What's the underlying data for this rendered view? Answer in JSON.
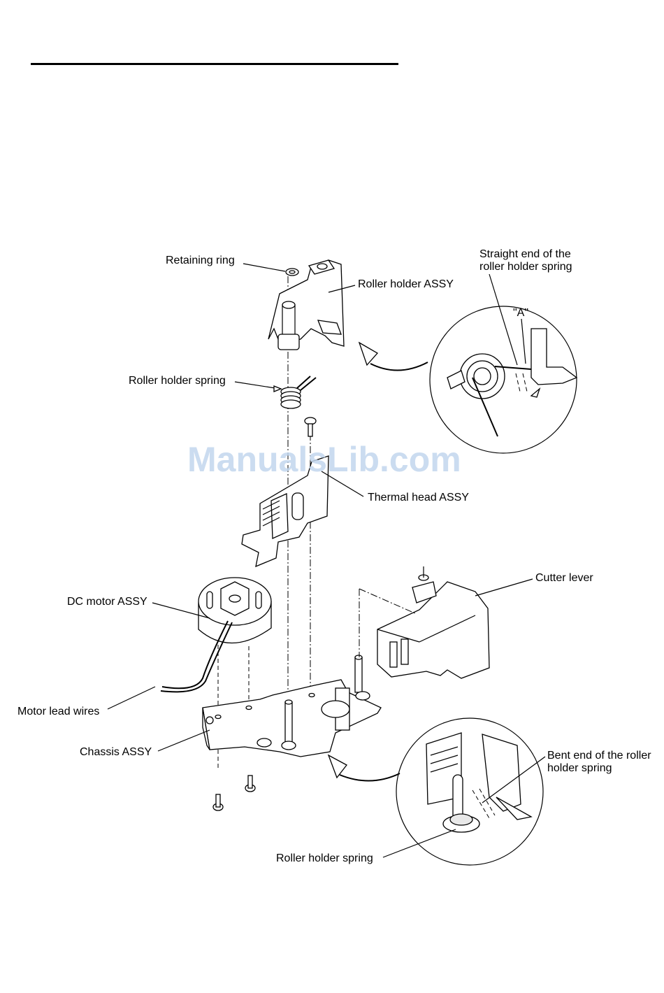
{
  "header": {
    "rule": ""
  },
  "watermark": "ManualsLib.com",
  "labels": {
    "retaining_ring": "Retaining ring",
    "roller_holder_assy": "Roller holder ASSY",
    "roller_holder_spring": "Roller holder spring",
    "thermal_head_assy": "Thermal head ASSY",
    "dc_motor_assy": "DC motor ASSY",
    "motor_lead_wires": "Motor lead wires",
    "chassis_assy": "Chassis ASSY",
    "cutter_lever": "Cutter lever",
    "straight_end_line1": "Straight end of the",
    "straight_end_line2": "roller holder spring",
    "detail_a": "\"A\"",
    "bent_end_line1": "Bent end of the roller",
    "bent_end_line2": "holder spring",
    "roller_holder_spring_detail": "Roller holder spring"
  }
}
